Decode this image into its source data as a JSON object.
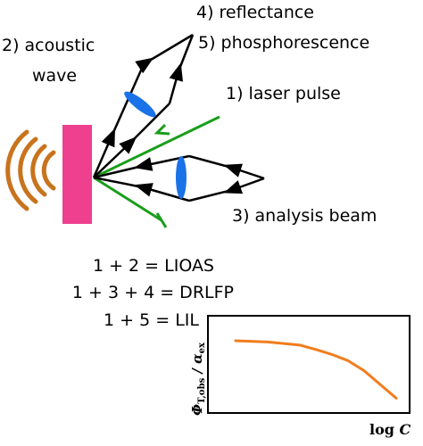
{
  "diagram": {
    "labels": {
      "reflectance": "4) reflectance",
      "phosphorescence": "5) phosphorescence",
      "acoustic_line1": "2) acoustic",
      "acoustic_line2": "wave",
      "laser": "1) laser pulse",
      "analysis": "3) analysis beam"
    },
    "equations": [
      "1 + 2 = LIOAS",
      "1 + 3 + 4 = DRLFP",
      "1 + 5 = LIL"
    ],
    "colors": {
      "sample": "#ef3f8f",
      "acoustic_wave": "#c8731d",
      "laser": "#1a9e1a",
      "lens": "#1a72e8",
      "curve": "#f07d1e",
      "beam": "#000000"
    }
  },
  "chart_data": {
    "type": "line",
    "xlabel_main": "log",
    "xlabel_var": "C",
    "ylabel_main": "Φ",
    "ylabel_sub1": "T,obs",
    "ylabel_sep": " / ",
    "ylabel_alpha": "α",
    "ylabel_sub2": "ex",
    "x": [
      0.0,
      0.2,
      0.4,
      0.5,
      0.6,
      0.7,
      0.8,
      0.9,
      1.0
    ],
    "y": [
      1.0,
      0.98,
      0.93,
      0.86,
      0.78,
      0.68,
      0.52,
      0.3,
      0.08
    ]
  }
}
